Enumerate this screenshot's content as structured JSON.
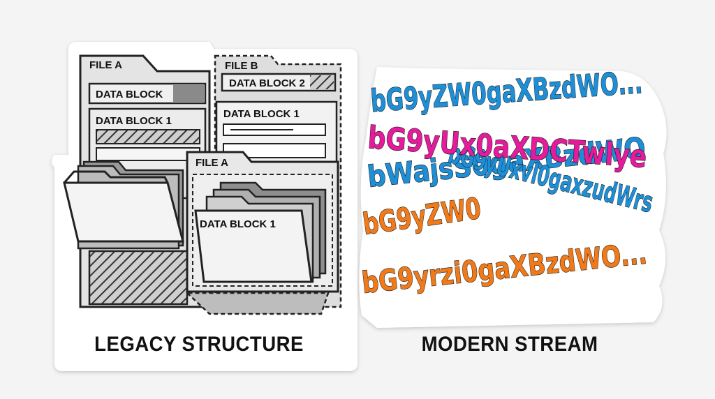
{
  "legacy": {
    "caption": "LEGACY STRUCTURE",
    "file_a_top": "FILE A",
    "file_b": "FILE B",
    "file_a_front": "FILE A",
    "block_top": "DATA BLOCK",
    "block_2": "DATA BLOCK 2",
    "block_1_left": "DATA BLOCK 1",
    "block_1_right": "DATA BLOCK 1",
    "block_1_front": "DATA BLOCK 1"
  },
  "modern": {
    "caption": "MODERN STREAM",
    "stream_lines": [
      {
        "text": "bG9yZW0gaXBzdWO...",
        "color": "#1e8fd6"
      },
      {
        "text": "bG9yUxvl0gaxzudWrs",
        "color": "#1e8fd6"
      },
      {
        "text": "bG9yUx0aXDCTwlye",
        "color": "#e41b9b"
      },
      {
        "text": "bWajsS0gaXBzdWO",
        "color": "#e41b9b"
      },
      {
        "text": "bG9yZW0",
        "color": "#f07a1a"
      },
      {
        "text": "bG9yrzi0gaXBzdWO...",
        "color": "#f07a1a"
      }
    ]
  },
  "colors": {
    "blue": "#1e8fd6",
    "magenta": "#e41b9b",
    "orange": "#f07a1a",
    "panel_gray": "#d0d0d0",
    "outline": "#222222"
  }
}
